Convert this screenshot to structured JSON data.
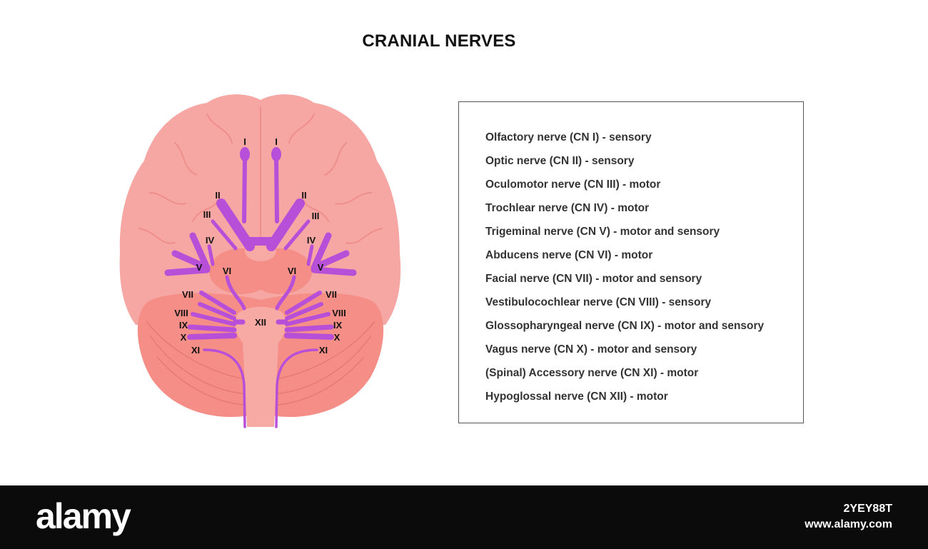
{
  "title": "CRANIAL NERVES",
  "colors": {
    "brain": "#f6a6a3",
    "brain_fold": "#ef8f8c",
    "cerebellum": "#f58e87",
    "brainstem": "#f7a9a4",
    "nerve": "#b84fd9"
  },
  "diagram_labels": {
    "I": "I",
    "II": "II",
    "III": "III",
    "IV": "IV",
    "V": "V",
    "VI": "VI",
    "VII": "VII",
    "VIII": "VIII",
    "IX": "IX",
    "X": "X",
    "XI": "XI",
    "XII": "XII"
  },
  "legend": [
    "Olfactory nerve (CN I) - sensory",
    "Optic nerve (CN II) - sensory",
    "Oculomotor nerve (CN III) - motor",
    "Trochlear nerve (CN IV) - motor",
    "Trigeminal nerve (CN V) - motor and sensory",
    "Abducens nerve (CN VI) - motor",
    "Facial nerve (CN VII) - motor and sensory",
    "Vestibulocochlear nerve (CN VIII) - sensory",
    "Glossopharyngeal nerve (CN IX) - motor and sensory",
    "Vagus nerve (CN X) - motor and sensory",
    "(Spinal) Accessory nerve (CN XI) - motor",
    "Hypoglossal nerve (CN XII) - motor"
  ],
  "footer": {
    "logo": "alamy",
    "image_id": "2YEY88T",
    "url": "www.alamy.com"
  }
}
